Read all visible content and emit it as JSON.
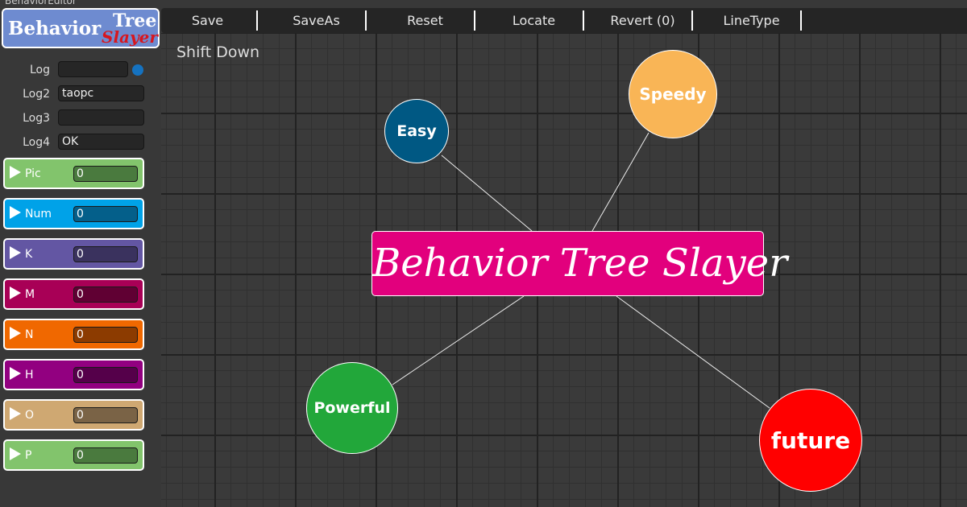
{
  "window_title": "BehaviorEditor",
  "logo": {
    "line1": "Behavior",
    "line2": "Tree",
    "line3": "Slayer"
  },
  "logs": [
    {
      "label": "Log",
      "value": ""
    },
    {
      "label": "Log2",
      "value": "taopc"
    },
    {
      "label": "Log3",
      "value": ""
    },
    {
      "label": "Log4",
      "value": "OK"
    }
  ],
  "status_dot_color": "#1572c0",
  "variables": [
    {
      "name": "Pic",
      "value": "0",
      "color": "#82c46c",
      "field": "#4a7a3e"
    },
    {
      "name": "Num",
      "value": "0",
      "color": "#00a2e8",
      "field": "#045f8a"
    },
    {
      "name": "K",
      "value": "0",
      "color": "#6356a3",
      "field": "#3a325e"
    },
    {
      "name": "M",
      "value": "0",
      "color": "#a80056",
      "field": "#600033"
    },
    {
      "name": "N",
      "value": "0",
      "color": "#f06800",
      "field": "#8c3b00"
    },
    {
      "name": "H",
      "value": "0",
      "color": "#920080",
      "field": "#55004a"
    },
    {
      "name": "O",
      "value": "0",
      "color": "#cfa872",
      "field": "#7a6346"
    },
    {
      "name": "P",
      "value": "0",
      "color": "#82c46c",
      "field": "#4a7a3e"
    }
  ],
  "toolbar": [
    "Save",
    "SaveAs",
    "Reset",
    "Locate",
    "Revert (0)",
    "LineType"
  ],
  "status": "Shift Down",
  "root_node": "Behavior Tree Slayer",
  "child_nodes": [
    {
      "label": "Easy",
      "color": "#005883"
    },
    {
      "label": "Speedy",
      "color": "#f9b556"
    },
    {
      "label": "Powerful",
      "color": "#22a73a"
    },
    {
      "label": "future",
      "color": "#ff0000"
    }
  ]
}
